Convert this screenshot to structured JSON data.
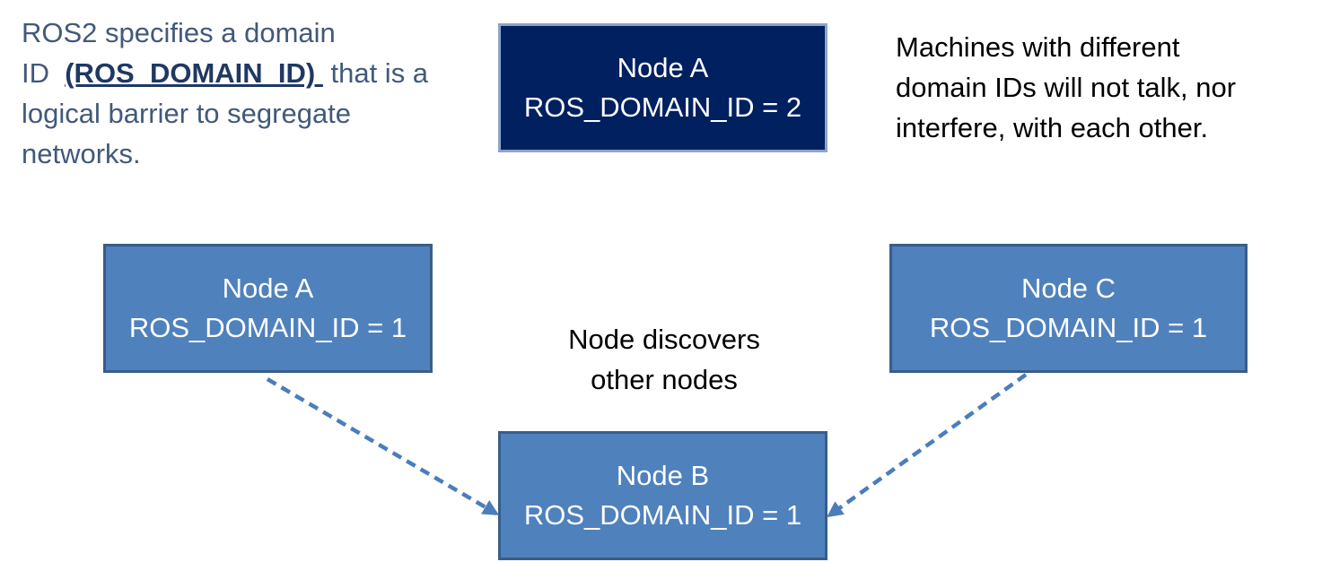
{
  "intro": {
    "line1": "ROS2 specifies a domain",
    "line2_pre": "ID  ",
    "line2_highlight": "(ROS_DOMAIN_ID) ",
    "line2_post": " that is a",
    "line3": "logical barrier to segregate",
    "line4": "networks."
  },
  "right_note": {
    "line1": "Machines with different",
    "line2": "domain IDs will not talk, nor",
    "line3": "interfere, with each other."
  },
  "center_note": {
    "line1": "Node discovers",
    "line2": "other nodes"
  },
  "nodes": {
    "top": {
      "name": "Node A",
      "domain": "ROS_DOMAIN_ID = 2"
    },
    "left": {
      "name": "Node A",
      "domain": "ROS_DOMAIN_ID = 1"
    },
    "right": {
      "name": "Node C",
      "domain": "ROS_DOMAIN_ID = 1"
    },
    "bottom": {
      "name": "Node B",
      "domain": "ROS_DOMAIN_ID = 1"
    }
  },
  "colors": {
    "node_fill": "#4f81bd",
    "node_border": "#385d8a",
    "dark_node_fill": "#002060",
    "arrow": "#4a7ebb",
    "intro_text": "#41597a"
  }
}
